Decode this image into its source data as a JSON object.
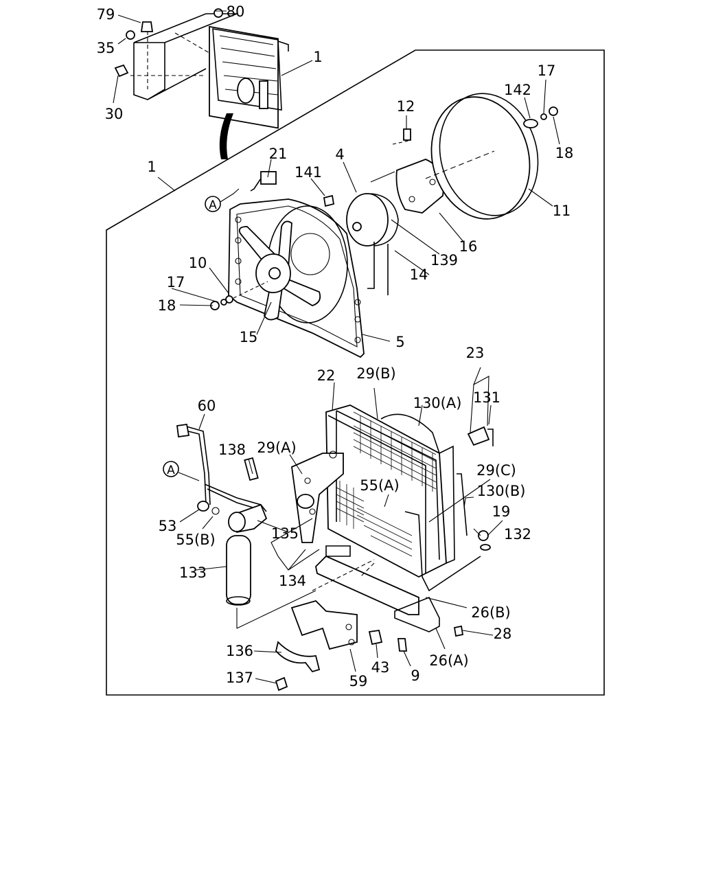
{
  "diagram": {
    "labels": {
      "p79": "79",
      "p80": "80",
      "p35": "35",
      "p30": "30",
      "p1_top": "1",
      "p1_main": "1",
      "p21": "21",
      "p141": "141",
      "p4": "4",
      "p12": "12",
      "p142": "142",
      "p17_top": "17",
      "p18_top": "18",
      "p11": "11",
      "p16": "16",
      "p139": "139",
      "p14": "14",
      "p10": "10",
      "p17_left": "17",
      "p18_left": "18",
      "p15": "15",
      "p5": "5",
      "p23": "23",
      "p22": "22",
      "p29b": "29(B)",
      "p130a": "130(A)",
      "p131": "131",
      "p60": "60",
      "p138": "138",
      "p29a": "29(A)",
      "p29c": "29(C)",
      "p55a": "55(A)",
      "p130b": "130(B)",
      "p19": "19",
      "p132": "132",
      "p53": "53",
      "p55b": "55(B)",
      "p135": "135",
      "p133": "133",
      "p134": "134",
      "p26b": "26(B)",
      "p28": "28",
      "p136": "136",
      "p43": "43",
      "p26a": "26(A)",
      "p9": "9",
      "p137": "137",
      "p59": "59"
    },
    "callouts": {
      "a_upper": "A",
      "a_lower": "A"
    }
  }
}
